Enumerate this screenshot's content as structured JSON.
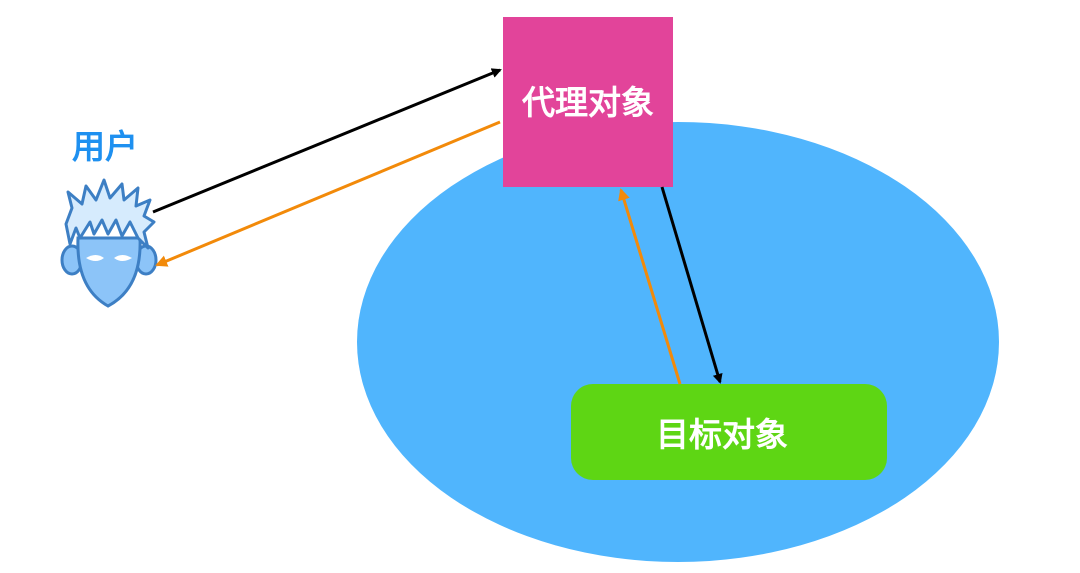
{
  "diagram": {
    "title": "",
    "nodes": {
      "user": {
        "label": "用户",
        "icon": "user-avatar-icon",
        "color": "#1e90f0"
      },
      "proxy": {
        "label": "代理对象",
        "color": "#e2449a"
      },
      "target": {
        "label": "目标对象",
        "color": "#5ed614"
      },
      "container": {
        "shape": "ellipse",
        "color": "#50b5fd"
      }
    },
    "edges": [
      {
        "from": "user",
        "to": "proxy",
        "color": "#000000",
        "meaning": "request"
      },
      {
        "from": "proxy",
        "to": "user",
        "color": "#f28a0a",
        "meaning": "response"
      },
      {
        "from": "proxy",
        "to": "target",
        "color": "#000000",
        "meaning": "request"
      },
      {
        "from": "target",
        "to": "proxy",
        "color": "#f28a0a",
        "meaning": "response"
      }
    ]
  }
}
